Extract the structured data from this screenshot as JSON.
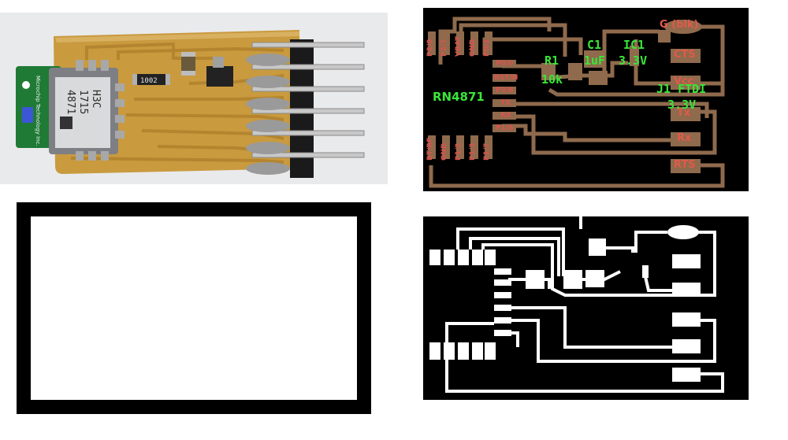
{
  "photo": {
    "module_brand": "Microchip Technology Inc.",
    "chip_lines": [
      "4871",
      "1715",
      "H3C"
    ],
    "resistor_code": "1002"
  },
  "layout": {
    "title": "RN4871",
    "pads_top": [
      "P2/0",
      "P2/7",
      "VBAT",
      "GND",
      "P0/2"
    ],
    "pads_left": [
      "P0/0",
      "RST/N",
      "P3/6",
      "TX",
      "RX",
      "P1/6"
    ],
    "pads_bottom": [
      "BT/RF",
      "GND",
      "P1/2",
      "P1/3",
      "P1/7"
    ],
    "connector_labels": [
      "G (blk)",
      "CTS",
      "Vcc",
      "Tx",
      "Rx",
      "RTS"
    ],
    "r1_name": "R1",
    "r1_value": "10k",
    "c1_name": "C1",
    "c1_value": "1uF",
    "ic1_name": "IC1",
    "ic1_value": "3.3V",
    "j1_name": "J1 FTDI",
    "j1_value": "3.3V"
  },
  "colors": {
    "trace_copper": "#9a7356",
    "pcb_board": "#c9a24a",
    "label_red": "#e05a4a",
    "label_green": "#39e639"
  }
}
